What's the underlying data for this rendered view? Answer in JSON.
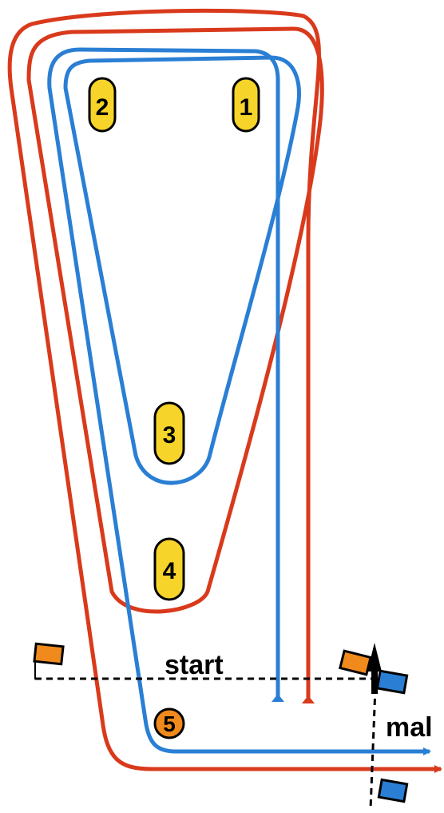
{
  "labels": {
    "start": "start",
    "exit": "mal"
  },
  "markers": [
    {
      "id": "1",
      "text": "1",
      "fill": "#f6d42a"
    },
    {
      "id": "2",
      "text": "2",
      "fill": "#f6d42a"
    },
    {
      "id": "3",
      "text": "3",
      "fill": "#f6d42a"
    },
    {
      "id": "4",
      "text": "4",
      "fill": "#f6d42a"
    },
    {
      "id": "5",
      "text": "5",
      "fill": "#f08a1c"
    }
  ],
  "colors": {
    "red_path": "#d93a1c",
    "blue_path": "#2a7fd4",
    "orange_flag": "#f08a1c",
    "blue_flag": "#2a7fd4",
    "marker_yellow": "#f6d42a",
    "marker_orange": "#f08a1c",
    "outline": "#000000"
  }
}
